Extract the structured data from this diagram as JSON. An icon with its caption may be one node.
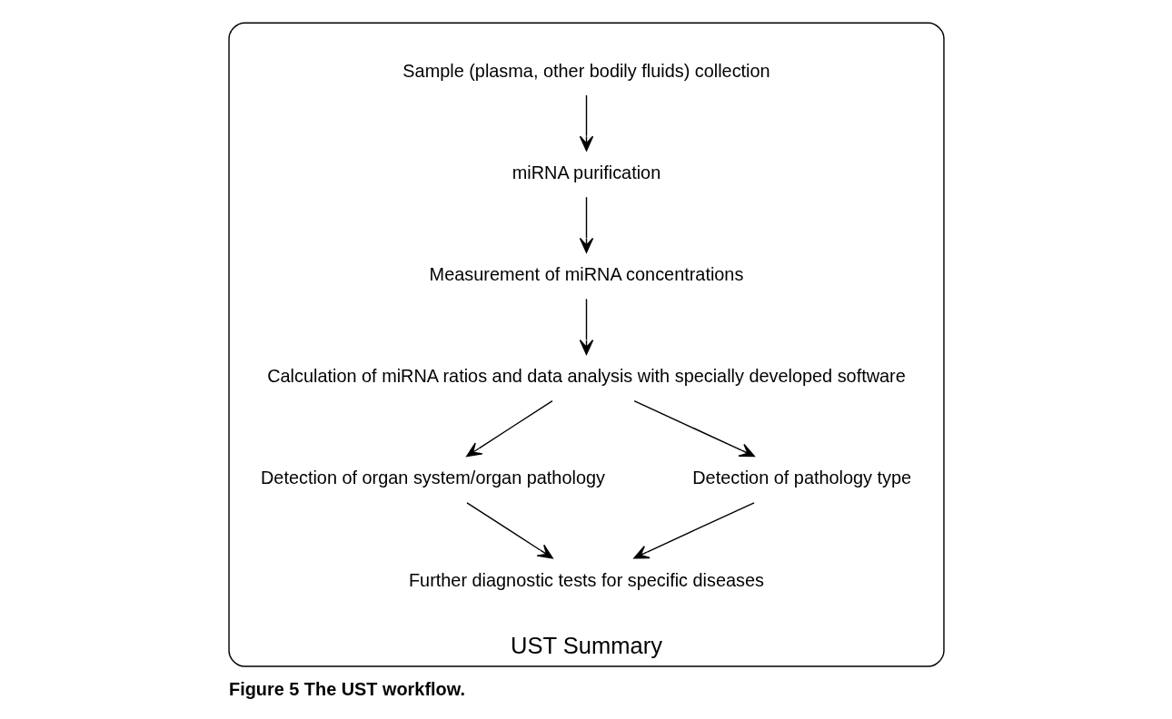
{
  "diagram": {
    "caption": "Figure 5 The UST workflow.",
    "nodes": [
      {
        "text": [
          "UST Summary"
        ]
      },
      {
        "text": [
          "Sample (plasma, other bodily fluids) collection"
        ],
        "in": 0
      },
      {
        "text": [
          "miRNA purification"
        ],
        "in": 0
      },
      {
        "text": [
          "Measurement of miRNA concentrations"
        ],
        "in": 0
      },
      {
        "text": [
          "Calculation of miRNA ratios and data analysis with specially developed software"
        ],
        "in": 0
      },
      {
        "text": [
          "Detection of organ system/organ pathology"
        ],
        "in": 0
      },
      {
        "text": [
          "Detection of pathology type"
        ],
        "in": 0
      },
      {
        "text": [
          "Further diagnostic tests for specific diseases"
        ],
        "in": 0
      }
    ],
    "edges": [
      {
        "from": 1,
        "to": 2,
        "arrow": "to"
      },
      {
        "from": 2,
        "to": 3,
        "arrow": "to"
      },
      {
        "from": 3,
        "to": 4,
        "arrow": "to"
      },
      {
        "from": 4,
        "to": 5,
        "arrow": "to"
      },
      {
        "from": 4,
        "to": 6,
        "arrow": "to"
      },
      {
        "from": 5,
        "to": 7,
        "arrow": "to"
      },
      {
        "from": 6,
        "to": 7,
        "arrow": "to"
      }
    ]
  }
}
